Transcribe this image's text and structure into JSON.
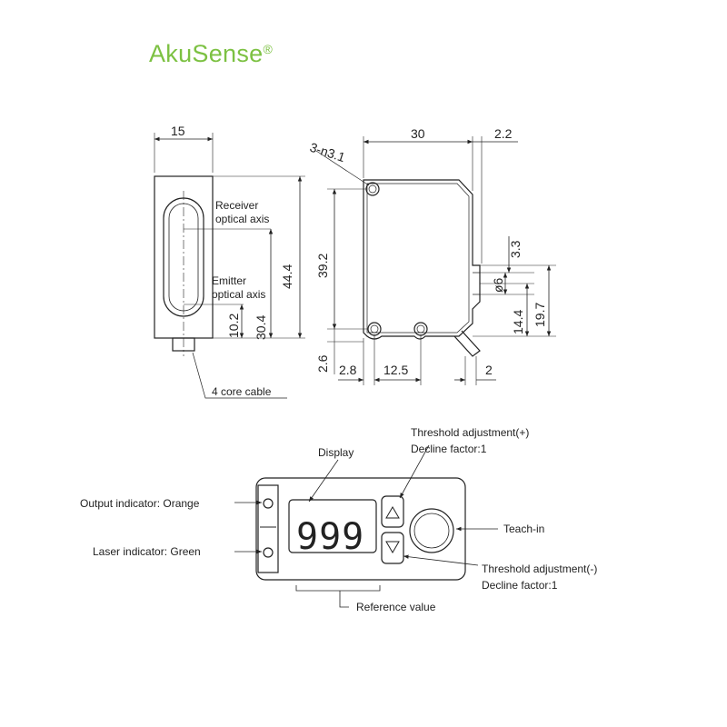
{
  "brand": {
    "name": "AkuSense",
    "mark": "®",
    "color": "#7cc142"
  },
  "side_view": {
    "width": "15",
    "height": "44.4",
    "emitter_height": "30.4",
    "emitter_offset": "10.2",
    "receiver_label": "Receiver\noptical axis",
    "emitter_label": "Emitter\noptical axis",
    "cable_label": "4 core cable"
  },
  "front_view": {
    "width": "30",
    "lens_protrusion": "2.2",
    "hole_spec": "3-n3.1",
    "hole_span": "39.2",
    "bottom_offset": "2.6",
    "hole_x": "2.8",
    "hole_spacing": "12.5",
    "cable_offset": "2",
    "lens_gap": "3.3",
    "lens_dia": "ø6",
    "lens_axis": "14.4",
    "lens_top": "19.7"
  },
  "panel": {
    "display_value": "999",
    "display_label": "Display",
    "output_indicator": "Output indicator: Orange",
    "laser_indicator": "Laser indicator: Green",
    "teach_in": "Teach-in",
    "reference_value": "Reference value",
    "threshold_plus": "Threshold adjustment(+)",
    "decline_plus": "Decline factor:1",
    "threshold_minus": "Threshold adjustment(-)",
    "decline_minus": "Decline factor:1"
  }
}
